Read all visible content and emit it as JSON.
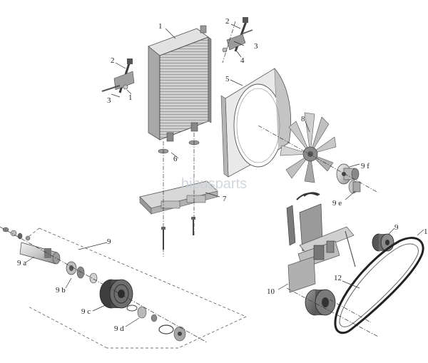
{
  "watermark": "hibusparts",
  "callouts": {
    "c1_radiator": "1",
    "c2_top": "2",
    "c3_top": "3",
    "c4_top": "4",
    "c2_left": "2",
    "c3_left": "3",
    "c1_left": "1",
    "c5": "5",
    "c6": "6",
    "c7": "7",
    "c8": "8",
    "c9f": "9 f",
    "c9e": "9 e",
    "c9_group": "9",
    "c9a": "9 a",
    "c9b": "9 b",
    "c9c": "9 c",
    "c9d": "9 d",
    "c9_right": "9",
    "c10": "10",
    "c12": "12",
    "c1_edge": "1"
  },
  "colors": {
    "metal_light": "#e6e6e6",
    "metal_mid": "#bdbdbd",
    "metal_dark": "#6f6f6f",
    "metal_black": "#2c2c2c",
    "line": "#333333"
  }
}
